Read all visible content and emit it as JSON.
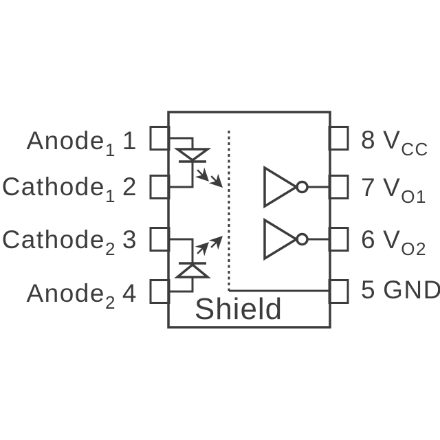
{
  "colors": {
    "ink": "#3c3c3c",
    "background": "#ffffff"
  },
  "component": {
    "kind": "dual-channel optocoupler pinout diagram",
    "shield_label": "Shield"
  },
  "pins": {
    "left": [
      {
        "number": "1",
        "name": "Anode",
        "sub": "1"
      },
      {
        "number": "2",
        "name": "Cathode",
        "sub": "1"
      },
      {
        "number": "3",
        "name": "Cathode",
        "sub": "2"
      },
      {
        "number": "4",
        "name": "Anode",
        "sub": "2"
      }
    ],
    "right": [
      {
        "number": "8",
        "name": "V",
        "sub": "CC"
      },
      {
        "number": "7",
        "name": "V",
        "sub": "O1"
      },
      {
        "number": "6",
        "name": "V",
        "sub": "O2"
      },
      {
        "number": "5",
        "name": "GND",
        "sub": ""
      }
    ]
  }
}
